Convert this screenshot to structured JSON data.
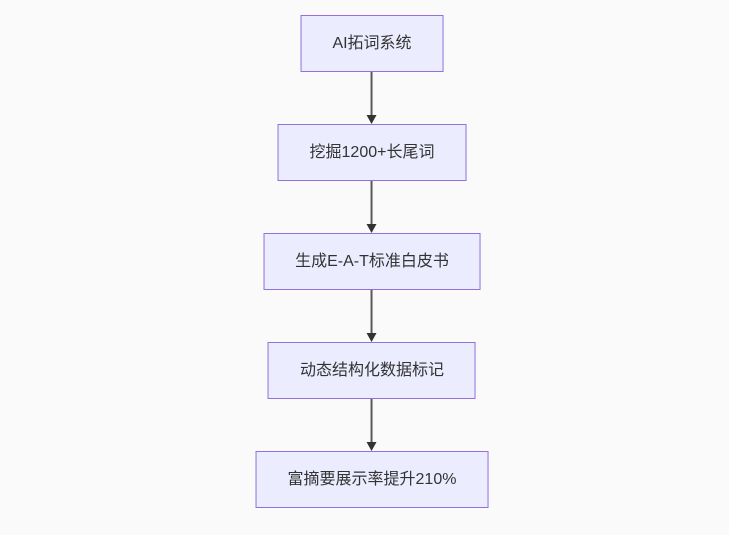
{
  "diagram": {
    "type": "flowchart",
    "direction": "top-down",
    "colors": {
      "background": "#fafafa",
      "node_fill": "#ECECFF",
      "node_border": "#9370DB",
      "node_text": "#333333",
      "arrow_line": "#595959",
      "arrow_head": "#333333"
    },
    "nodes": [
      {
        "label": "AI拓词系统"
      },
      {
        "label": "挖掘1200+长尾词"
      },
      {
        "label": "生成E-A-T标准白皮书"
      },
      {
        "label": "动态结构化数据标记"
      },
      {
        "label": "富摘要展示率提升210%"
      }
    ],
    "edges": [
      {
        "from": 0,
        "to": 1
      },
      {
        "from": 1,
        "to": 2
      },
      {
        "from": 2,
        "to": 3
      },
      {
        "from": 3,
        "to": 4
      }
    ]
  }
}
